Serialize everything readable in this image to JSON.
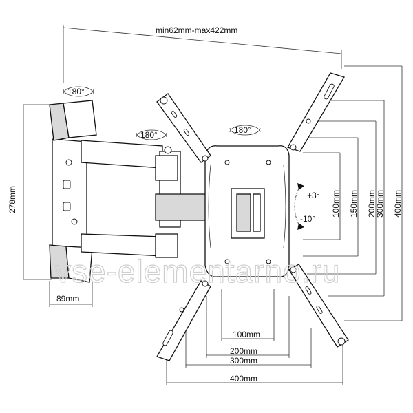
{
  "labels": {
    "width_range": "min62mm-max422mm",
    "height_278": "278mm",
    "width_89": "89mm",
    "rot_wall": "180°",
    "rot_arm": "180°",
    "rot_plate": "180°",
    "tilt_up": "+3°",
    "tilt_down": "-10°",
    "v100": "100mm",
    "v150": "150mm",
    "v200": "200mm",
    "v300": "300mm",
    "v400": "400mm",
    "h100": "100mm",
    "h200": "200mm",
    "h300": "300mm",
    "h400": "400mm"
  },
  "watermark": "vse-elementarno.ru",
  "colors": {
    "line": "#111111",
    "fill_light": "#ffffff",
    "fill_shade": "#d9d9d9",
    "watermark": "#cfcfcf"
  }
}
